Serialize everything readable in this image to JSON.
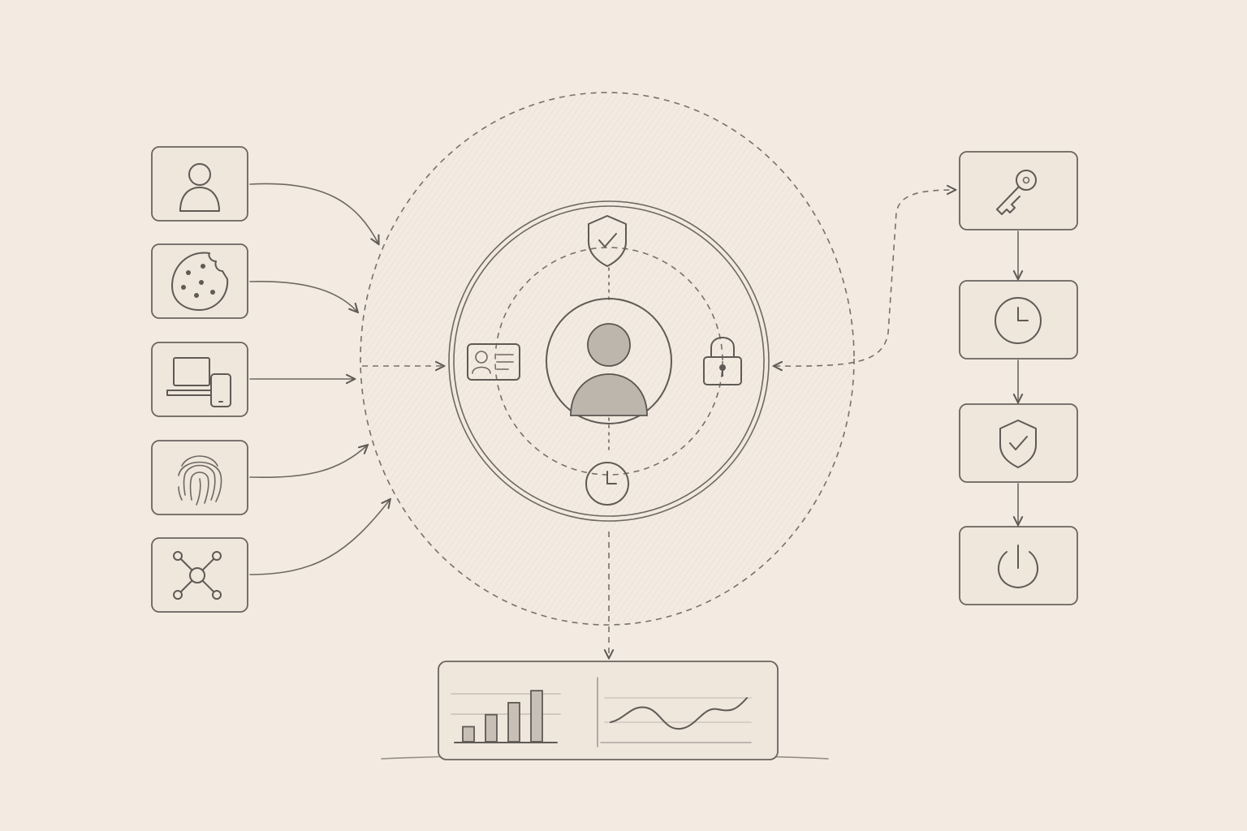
{
  "colors": {
    "background": "#f3ebe1",
    "stroke": "#5f5a55",
    "box_fill": "#efe6dc",
    "accent_fill": "#bdb6ad"
  },
  "left_inputs": [
    {
      "icon": "user-icon"
    },
    {
      "icon": "cookie-icon"
    },
    {
      "icon": "devices-icon"
    },
    {
      "icon": "fingerprint-icon"
    },
    {
      "icon": "network-icon"
    }
  ],
  "center": {
    "core_icon": "user-avatar-icon",
    "orbit_icons": [
      "shield-check-icon",
      "id-card-icon",
      "padlock-icon",
      "clock-icon"
    ]
  },
  "right_flow": [
    {
      "icon": "key-icon"
    },
    {
      "icon": "clock-icon"
    },
    {
      "icon": "shield-check-icon"
    },
    {
      "icon": "power-icon"
    }
  ],
  "output_panel": {
    "icons": [
      "bar-chart-icon",
      "line-chart-icon"
    ],
    "bar_levels": [
      0.25,
      0.45,
      0.65,
      0.85
    ]
  }
}
